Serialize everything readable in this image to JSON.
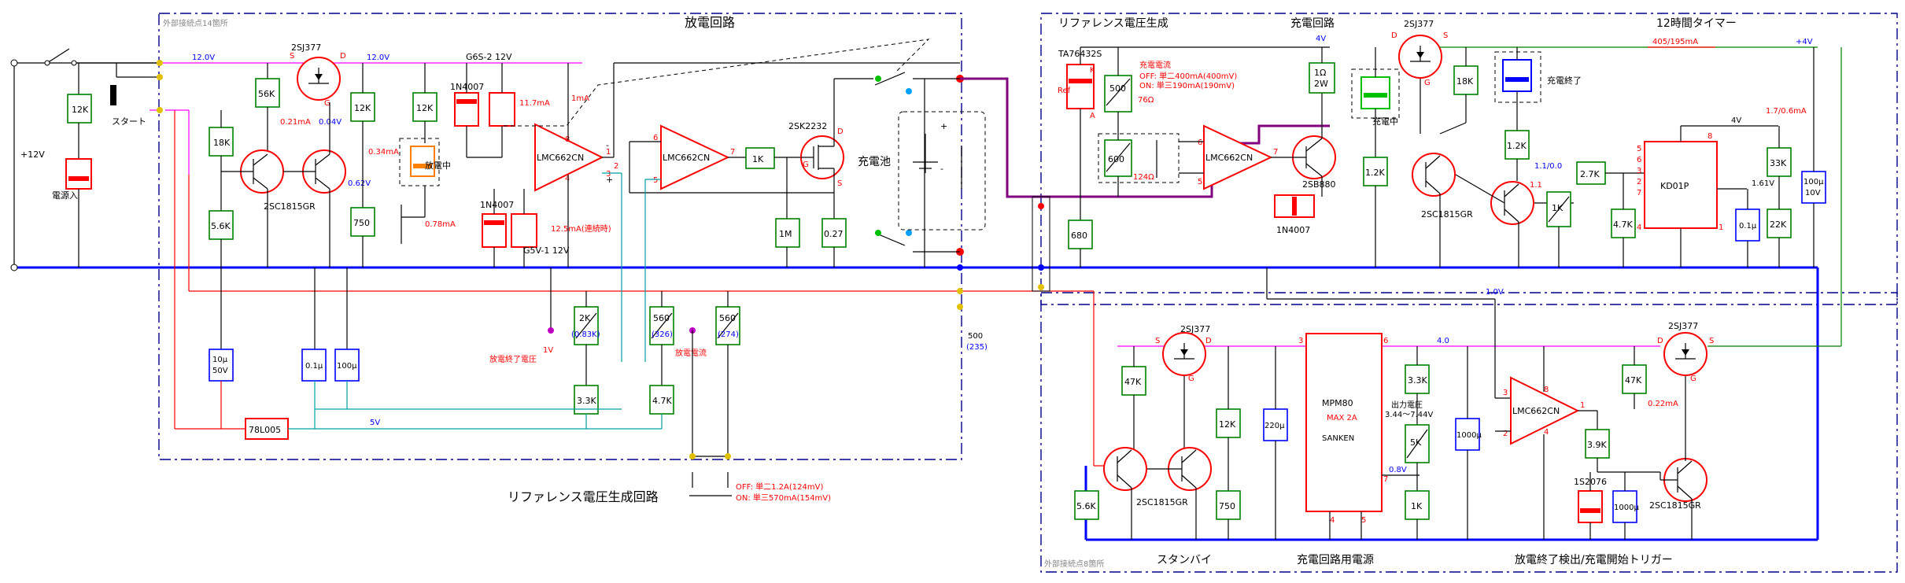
{
  "titles": {
    "discharge": "放電回路",
    "ref_gen": "リファレンス電圧生成",
    "charge": "充電回路",
    "timer": "12時間タイマー",
    "ref_gen_circuit": "リファレンス電圧生成回路",
    "standby": "スタンバイ",
    "charge_psu": "充電回路用電源",
    "end_detect": "放電終了検出/充電開始トリガー",
    "ext_left": "外部接続点14箇所",
    "ext_right": "外部接続点8箇所"
  },
  "labels": {
    "supply": "+12V",
    "start": "スタート",
    "inrush": "電源入",
    "discharging": "放電中",
    "battery": "充電池",
    "charging": "充電中",
    "charge_done": "充電終了",
    "end_voltage": "放電終了電圧",
    "discharge_current": "放電電流",
    "charge_current": "充電電流",
    "out_voltage": "出力電圧",
    "out_range": "3.44〜7.44V",
    "four_v": "+4V",
    "sanken": "SANKEN",
    "max2a": "MAX 2A",
    "ref": "Ref"
  },
  "parts": {
    "sj377": "2SJ377",
    "sc1815": "2SC1815GR",
    "sk2232": "2SK2232",
    "sb880": "2SB880",
    "lmc662": "LMC662CN",
    "n4007": "1N4007",
    "g6s": "G6S-2 12V",
    "g5v": "G5V-1 12V",
    "l78": "78L005",
    "ta76432s": "TA76432S",
    "kd01p": "KD01P",
    "mpm80": "MPM80",
    "s2076": "1S2076"
  },
  "values": {
    "r12k": "12K",
    "r18k": "18K",
    "r56k": "56K",
    "r56k2": "5.6K",
    "r750": "750",
    "r1k": "1K",
    "r1m": "1M",
    "r027": "0.27",
    "r33k": "3.3K",
    "r47k": "4.7K",
    "r47k2": "47K",
    "r27k": "2.7K",
    "r39k": "3.9K",
    "r680": "680",
    "r12k2": "1.2K",
    "r5k": "5K",
    "r33k2": "33K",
    "r22k": "22K",
    "r500": "500",
    "r1ohm": "1Ω",
    "r2w": "2W",
    "r2k": "2K",
    "c10u": "10μ",
    "c50v": "50V",
    "c01u": "0.1μ",
    "c100u": "100μ",
    "c10v": "10V",
    "c220u": "220μ",
    "c1000u": "1000μ",
    "v12": "12.0V",
    "v10": "1.0V",
    "v40": "4.0",
    "v08": "0.8V",
    "v4": "4V",
    "v5": "5V",
    "v1": "1V",
    "v161": "1.61V",
    "v062": "0.62V",
    "v004": "0.04V",
    "i021": "0.21mA",
    "i034": "0.34mA",
    "i078": "0.78mA",
    "i117": "11.7mA",
    "i1": "1mA",
    "i125": "12.5mA(連続時)",
    "i405": "405/195mA",
    "i17": "1.7/0.6mA",
    "i022": "0.22mA",
    "v11": "1.1/0.0",
    "v11b": "1.1",
    "r76": "76Ω",
    "r124": "124Ω",
    "p500": "500",
    "p235": "(235)",
    "p2k": "(0.83K)",
    "p326": "(326)",
    "p274": "(274)",
    "r600": "600",
    "off_charge": "OFF: 単二400mA(400mV)",
    "on_charge": "ON: 単三190mA(190mV)",
    "off_dis": "OFF: 単二1.2A(124mV)",
    "on_dis": "ON: 単三570mA(154mV)",
    "r560": "560",
    "r560b": "560"
  },
  "pins": {
    "s": "S",
    "d": "D",
    "g": "G",
    "k": "K",
    "a": "A",
    "p1": "1",
    "p2": "2",
    "p3": "3",
    "p4": "4",
    "p5": "5",
    "p6": "6",
    "p7": "7",
    "p8": "8",
    "plus": "+",
    "minus": "-"
  },
  "colors": {
    "ground_rail": "#0000ff",
    "supply_wire": "#ff00ff",
    "component_outline": "#008000",
    "ic_outline": "#ff0000",
    "frame": "#00008b"
  }
}
